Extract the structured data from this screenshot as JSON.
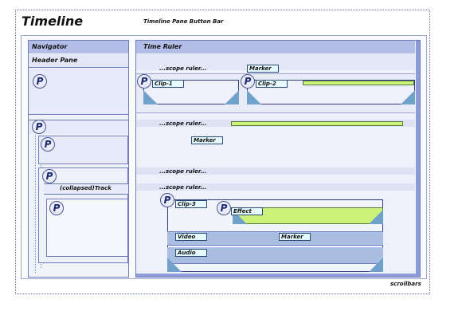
{
  "timeline": {
    "title": "Timeline",
    "button_bar": "Timeline Pane Button Bar",
    "scrollbars": "scrollbars"
  },
  "navigator": {
    "label": "Navigator",
    "header_pane": "Header Pane",
    "collapsed_track": "(collapsed)Track",
    "plugin_glyph": "P"
  },
  "time_ruler": {
    "label": "Time Ruler",
    "scope_ruler": "...scope ruler...",
    "marker": "Marker",
    "clips": [
      "Clip-1",
      "Clip-2",
      "Clip-3"
    ],
    "effect": "Effect",
    "video": "Video",
    "audio": "Audio"
  }
}
